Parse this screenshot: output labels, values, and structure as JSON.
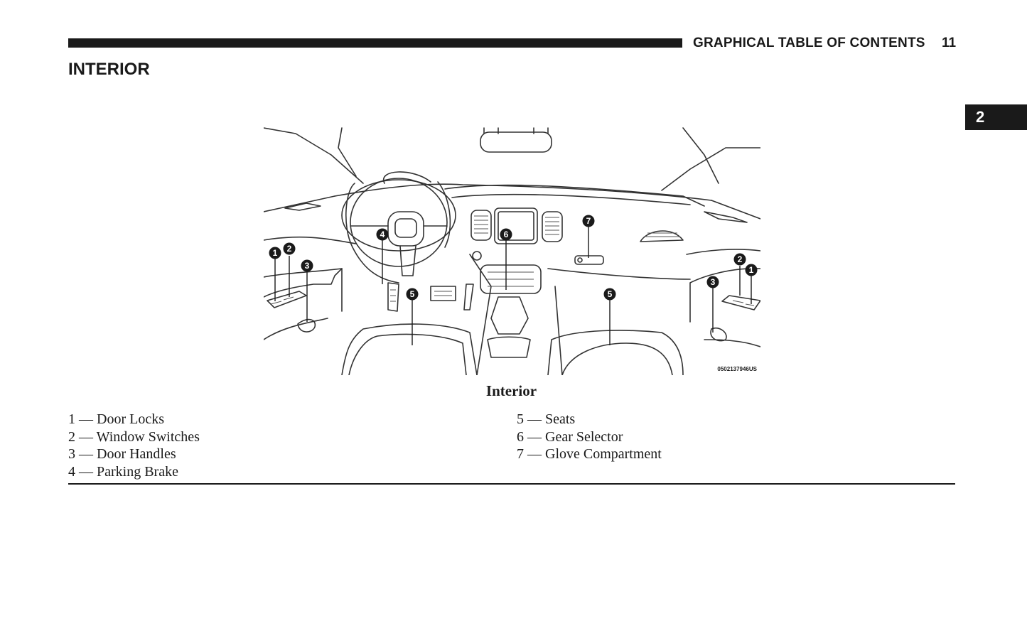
{
  "header": {
    "title": "GRAPHICAL TABLE OF CONTENTS",
    "page_number": "11"
  },
  "section_title": "INTERIOR",
  "chapter_tab": "2",
  "figure": {
    "image_code": "0502137946US",
    "caption": "Interior",
    "callouts": [
      "1",
      "2",
      "3",
      "4",
      "5",
      "6",
      "7"
    ]
  },
  "legend": {
    "left": [
      "1 — Door Locks",
      "2 — Window Switches",
      "3 — Door Handles",
      "4 — Parking Brake"
    ],
    "right": [
      "5 — Seats",
      "6 — Gear Selector",
      "7 — Glove Compartment"
    ]
  }
}
